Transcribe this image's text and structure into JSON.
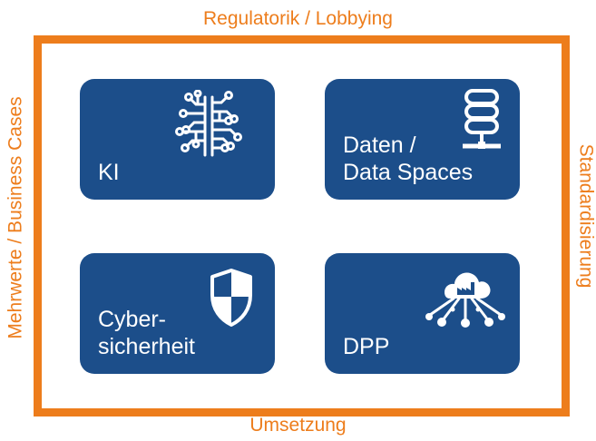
{
  "frame": {
    "color": "#ED7D1C",
    "top_label": "Regulatorik / Lobbying",
    "bottom_label": "Umsetzung",
    "left_label": "Mehrwerte / Business Cases",
    "right_label": "Standardisierung"
  },
  "tiles": {
    "color": "#1C4E8A",
    "ki": {
      "label": "KI",
      "icon": "brain-circuit-icon"
    },
    "daten": {
      "line1": "Daten /",
      "line2": "Data Spaces",
      "icon": "database-icon"
    },
    "cyber": {
      "line1": "Cyber-",
      "line2": "sicherheit",
      "icon": "shield-icon"
    },
    "dpp": {
      "label": "DPP",
      "icon": "cloud-network-icon"
    }
  }
}
